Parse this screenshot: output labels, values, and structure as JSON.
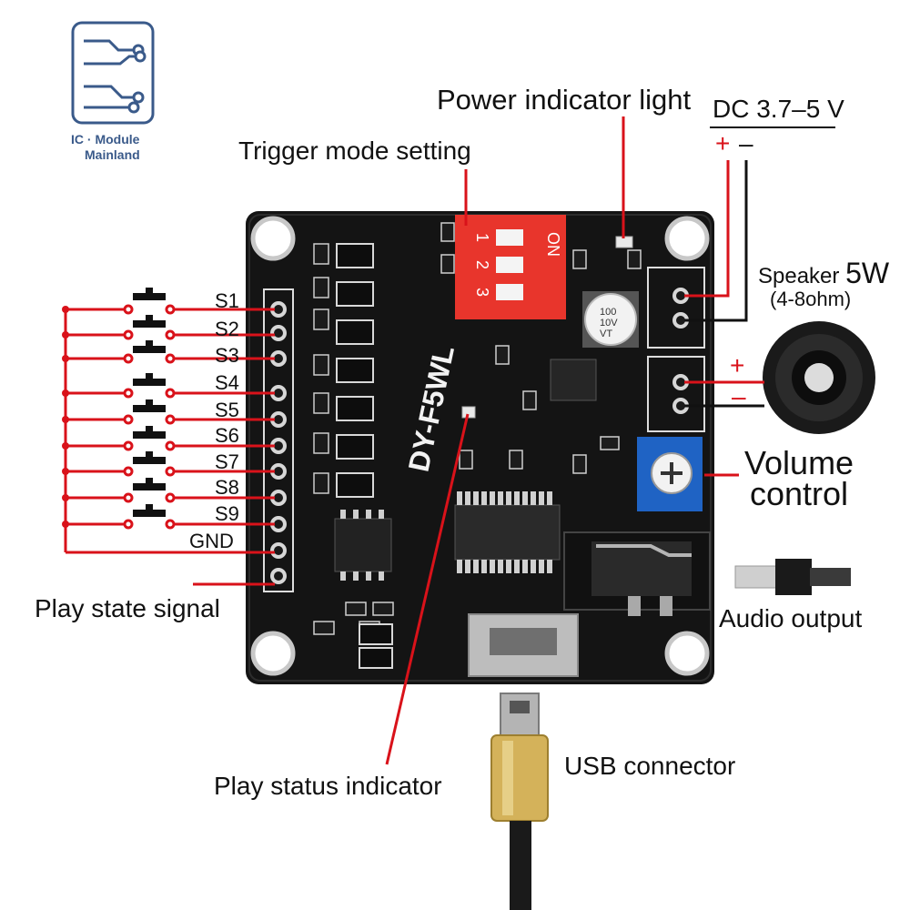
{
  "brand": {
    "line1": "IC · Module",
    "line2": "Mainland"
  },
  "labels": {
    "power_indicator": "Power indicator light",
    "dc_input": "DC 3.7–5 V",
    "dc_plus": "+",
    "dc_minus": "–",
    "trigger_mode": "Trigger mode setting",
    "speaker": "Speaker",
    "speaker_power": "5W",
    "speaker_impedance": "(4-8ohm)",
    "speaker_plus": "+",
    "speaker_minus": "–",
    "volume_line1": "Volume",
    "volume_line2": "control",
    "audio_output": "Audio output",
    "play_state_signal": "Play state signal",
    "usb_connector": "USB connector",
    "play_status_indicator": "Play status indicator"
  },
  "pins": [
    "S1",
    "S2",
    "S3",
    "S4",
    "S5",
    "S6",
    "S7",
    "S8",
    "S9",
    "GND"
  ],
  "board": {
    "model": "DY-F5WL",
    "dip_on": "ON",
    "dip_numbers": [
      "1",
      "2",
      "3"
    ],
    "capacitor": [
      "100",
      "10V",
      "VT"
    ]
  },
  "colors": {
    "wire_red": "#d9121a",
    "wire_black": "#111111",
    "board": "#141414",
    "dip": "#e8352c",
    "pot": "#1f63c4",
    "usb_gold": "#d4b25a"
  }
}
